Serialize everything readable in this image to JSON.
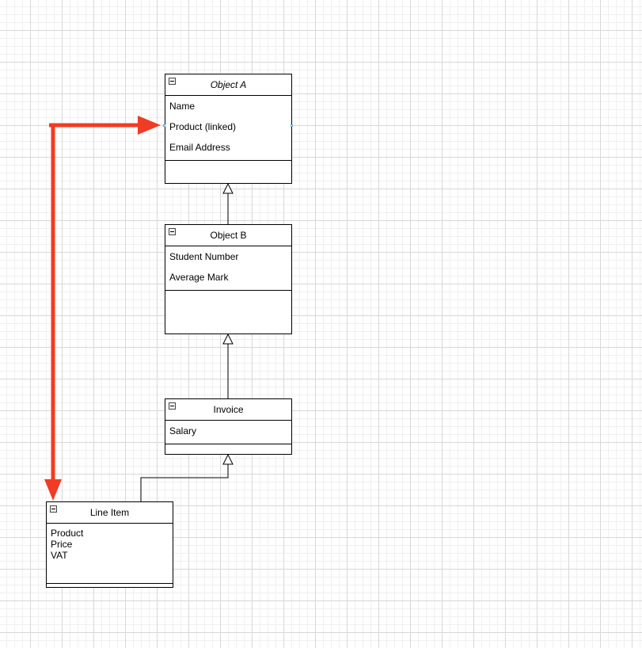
{
  "diagram": {
    "classes": [
      {
        "id": "object-a",
        "title": "Object A",
        "italic": true,
        "attributes": [
          "Name",
          "Product (linked)",
          "Email Address"
        ]
      },
      {
        "id": "object-b",
        "title": "Object B",
        "italic": false,
        "attributes": [
          "Student Number",
          "Average Mark"
        ]
      },
      {
        "id": "invoice",
        "title": "Invoice",
        "italic": false,
        "attributes": [
          "Salary"
        ]
      },
      {
        "id": "line-item",
        "title": "Line Item",
        "italic": false,
        "attributes": [
          "Product",
          "Price",
          "VAT"
        ]
      }
    ],
    "relations": [
      {
        "type": "generalization",
        "from": "object-b",
        "to": "object-a"
      },
      {
        "type": "generalization",
        "from": "invoice",
        "to": "object-b"
      },
      {
        "type": "generalization",
        "from": "line-item",
        "to": "invoice"
      }
    ],
    "annotation_arrow": {
      "color": "#f03c24",
      "from": "line-item",
      "to": "object-a.Product (linked)"
    },
    "colors": {
      "line": "#000000",
      "grid_major": "#d8d8d8",
      "grid_minor": "#f0f0f0",
      "port_handle": "#5aaee0"
    }
  }
}
